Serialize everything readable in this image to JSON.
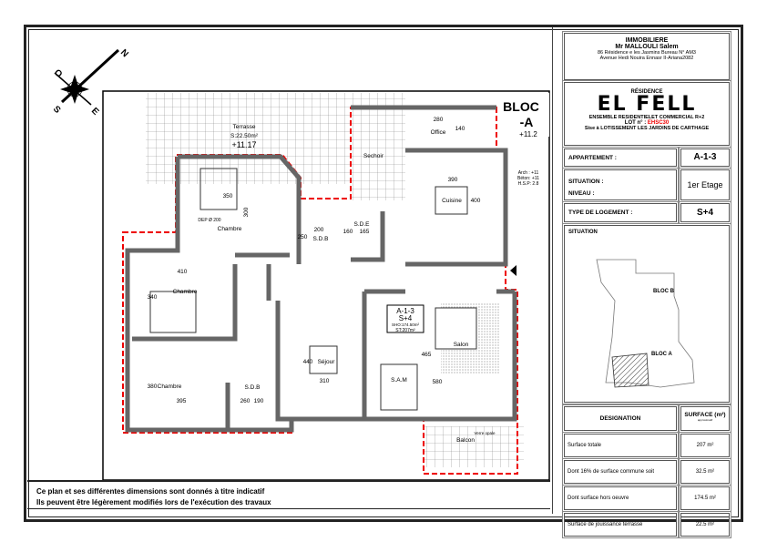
{
  "header": {
    "company": "IMMOBILIERE",
    "owner": "Mr MALLOULI Salem",
    "address_line1": "86  Résidence e les Jasmins Bureau N° AM3",
    "address_line2": "Avenue Hedi Nouira Ennasr II-Ariana2082"
  },
  "residence": {
    "label": "RÉSIDENCE",
    "name": "EL FELL",
    "subtitle": "ENSEMBLE RESIDENTIELET COMMERCIAL  R+2",
    "lot_label": "LOT n° : ",
    "lot_value": "EHSC30",
    "location": "Sise à  LOTISSEMENT  LES JARDINS DE CARTHAGE"
  },
  "info": {
    "appartement_label": "APPARTEMENT :",
    "appartement_value": "A-1-3",
    "situation_label": "SITUATION :",
    "niveau_label": "NIVEAU :",
    "niveau_value": "1er Etage",
    "type_label": "TYPE DE LOGEMENT :",
    "type_value": "S+4",
    "situation_map_label": "SITUATION",
    "bloc_b": "BLOC B",
    "bloc_a": "BLOC A"
  },
  "surfaces": {
    "designation_header": "DESIGNATION",
    "surface_header": "SURFACE (m²)",
    "surface_subheader": "approximatif",
    "rows": [
      {
        "label": "Surface totale",
        "value": "207 m²"
      },
      {
        "label": "Dont 16% de surface commune soit",
        "value": "32.5 m²"
      },
      {
        "label": "Dont surface hors oeuvre",
        "value": "174.5 m²"
      },
      {
        "label": "Surface de jouissance terrasse",
        "value": "22.5 m²"
      }
    ]
  },
  "note": {
    "line1": "Ce plan et ses différentes dimensions sont donnés à titre indicatif",
    "line2": "Ils peuvent être légèrement modifiés lors de l'exécution des travaux"
  },
  "compass": {
    "n": "N",
    "s": "S",
    "e": "E",
    "o": "O"
  },
  "plan": {
    "terrasse": "Terrasse",
    "terrasse_surface": "S:22.50m²",
    "terrasse_level": "+11.17",
    "bloc_label": "BLOC",
    "bloc_letter": "-A",
    "bloc_level": "+11.2",
    "arch": "Arch :  +11",
    "beton": "Béton:  +11",
    "hsp": "H.S.P:  2.8",
    "chambre1": "Chambre",
    "chambre1_w": "350",
    "chambre1_h": "300",
    "dep": "DEP Ø 200",
    "sdb1": "S.D.B",
    "sdb1_w": "200",
    "sdb1_h": "250",
    "sechoir": "Sechoir",
    "office": "Office",
    "office_w": "280",
    "office_h": "140",
    "cuisine": "Cuisine",
    "cuisine_w": "390",
    "cuisine_h": "400",
    "sde": "S.D.E",
    "sde_w": "165",
    "sde_h": "160",
    "chambre2": "Chambre",
    "chambre2_w": "410",
    "chambre2_h": "340",
    "chambre3": "Chambre",
    "chambre3_w": "395",
    "chambre3_h": "380",
    "sdb2": "S.D.B",
    "sdb2_w": "190",
    "sdb2_h": "260",
    "sejour": "Séjour",
    "sejour_w": "310",
    "sejour_h": "440",
    "sam": "S.A.M",
    "salon": "Salon",
    "salon_h": "465",
    "salon_w": "580",
    "balcon": "Balcon",
    "verre": "Verre opale",
    "stamp_apt": "A-1-3",
    "stamp_type": "S+4",
    "stamp_sho": "SHO:174.50m²",
    "stamp_st": "ST:207m²"
  }
}
